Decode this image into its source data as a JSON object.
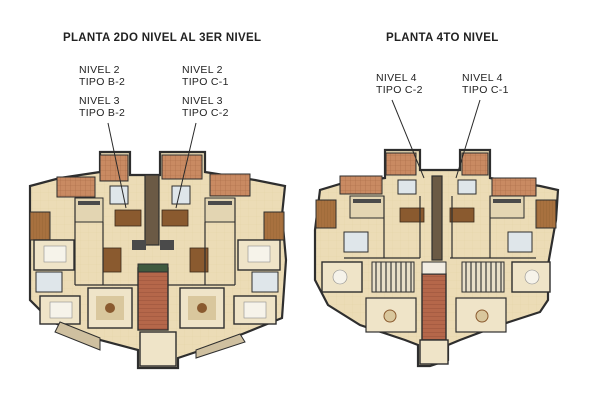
{
  "left_plan": {
    "title": "PLANTA 2DO NIVEL AL 3ER NIVEL",
    "labels": [
      {
        "line1": "NIVEL 2",
        "line2": "TIPO B-2"
      },
      {
        "line1": "NIVEL 2",
        "line2": "TIPO C-1"
      },
      {
        "line1": "NIVEL 3",
        "line2": "TIPO B-2"
      },
      {
        "line1": "NIVEL 3",
        "line2": "TIPO C-2"
      }
    ]
  },
  "right_plan": {
    "title": "PLANTA 4TO NIVEL",
    "labels": [
      {
        "line1": "NIVEL 4",
        "line2": "TIPO C-2"
      },
      {
        "line1": "NIVEL 4",
        "line2": "TIPO C-1"
      }
    ]
  },
  "colors": {
    "floor": "#ecdcb6",
    "wall": "#2e2e2e",
    "terrace_tile": "#c98a62",
    "wood": "#a8713f",
    "stair": "#b5674a",
    "rug": "#d9c79d",
    "furniture_dark": "#4a4a4a",
    "bath": "#dfe6ea",
    "gray_area": "#d6d6d6"
  }
}
